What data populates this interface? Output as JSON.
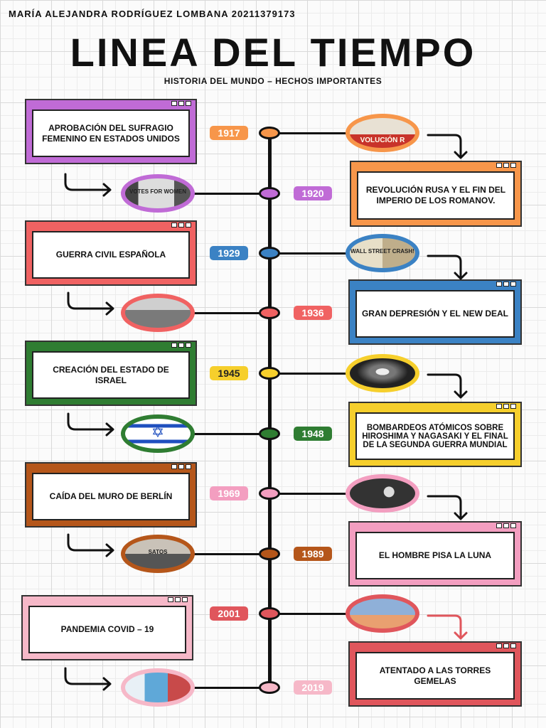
{
  "author": "MARÍA ALEJANDRA RODRÍGUEZ LOMBANA 20211379173",
  "title": "LINEA DEL TIEMPO",
  "subtitle": "HISTORIA DEL MUNDO – HECHOS IMPORTANTES",
  "events": [
    {
      "year": "1917",
      "color": "#f7964a",
      "text": "REVOLUCIÓN RUSA Y EL FIN DEL IMPERIO DE LOS ROMANOV.",
      "image_text": "VOLUCIÓN R"
    },
    {
      "year": "1920",
      "color": "#c06bd6",
      "text": "APROBACIÓN DEL SUFRAGIO FEMENINO EN ESTADOS UNIDOS",
      "image_text": "VOTES FOR WOMEN"
    },
    {
      "year": "1929",
      "color": "#3b82c4",
      "text": "GRAN DEPRESIÓN Y EL NEW DEAL",
      "image_text": "WALL STREET CRASH!"
    },
    {
      "year": "1936",
      "color": "#f06262",
      "text": "GUERRA CIVIL ESPAÑOLA",
      "image_text": ""
    },
    {
      "year": "1945",
      "color": "#f6cf2c",
      "text": "BOMBARDEOS ATÓMICOS SOBRE HIROSHIMA Y NAGASAKI Y EL FINAL DE LA SEGUNDA GUERRA MUNDIAL",
      "image_text": ""
    },
    {
      "year": "1948",
      "color": "#2f7d32",
      "text": "CREACIÓN DEL ESTADO DE ISRAEL",
      "image_text": ""
    },
    {
      "year": "1969",
      "color": "#f39ec0",
      "text": "EL HOMBRE PISA LA LUNA",
      "image_text": ""
    },
    {
      "year": "1989",
      "color": "#b5561a",
      "text": "CAÍDA DEL MURO DE BERLÍN",
      "image_text": "SATOS"
    },
    {
      "year": "2001",
      "color": "#e0565c",
      "text": "ATENTADO A LAS TORRES GEMELAS",
      "image_text": ""
    },
    {
      "year": "2019",
      "color": "#f6b8c8",
      "text": "PANDEMIA COVID – 19",
      "image_text": ""
    }
  ]
}
